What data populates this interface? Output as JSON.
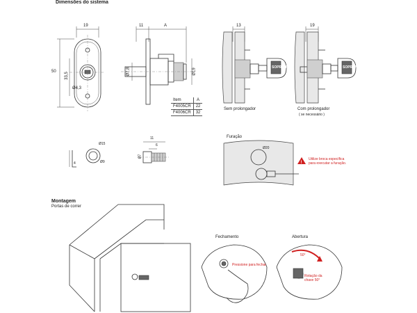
{
  "section_titles": {
    "dimensions": "Dimensões do sistema",
    "mounting": "Montagem",
    "mounting_sub": "Portas de correr",
    "drilling": "Furação"
  },
  "dimension_labels": {
    "front_width": "19",
    "front_height": "50",
    "front_inner": "33,5",
    "front_hole": "Ø4,3",
    "side_flange": "11",
    "side_length": "A",
    "side_dia_small": "Ø7,8",
    "side_dia_large": "Ø19",
    "install_no_ext_width": "13",
    "install_ext_width": "19",
    "washer_dia_outer": "Ø15",
    "washer_dia_inner": "Ø9",
    "washer_thickness": "4",
    "ext_length": "11",
    "ext_part": "6",
    "ext_dia": "Ø7",
    "drill_dia": "Ø20"
  },
  "item_table": {
    "headers": [
      "Item",
      "A"
    ],
    "rows": [
      [
        "F4005CR",
        "22"
      ],
      [
        "F4006CR",
        "32"
      ]
    ]
  },
  "captions": {
    "without_extension": "Sem prolongador",
    "with_extension": "Com prolongador",
    "with_extension_note": "( se necessário )",
    "closing": "Fechamento",
    "opening": "Abertura",
    "press_to_close": "Pressione para fechar",
    "rotation": "Rotação da chave 50°",
    "angle": "50°"
  },
  "warning": {
    "line1": "Utilize broca específica",
    "line2": "para executar a furação.",
    "color": "#d02020"
  },
  "key_brand": "SOPRANO"
}
